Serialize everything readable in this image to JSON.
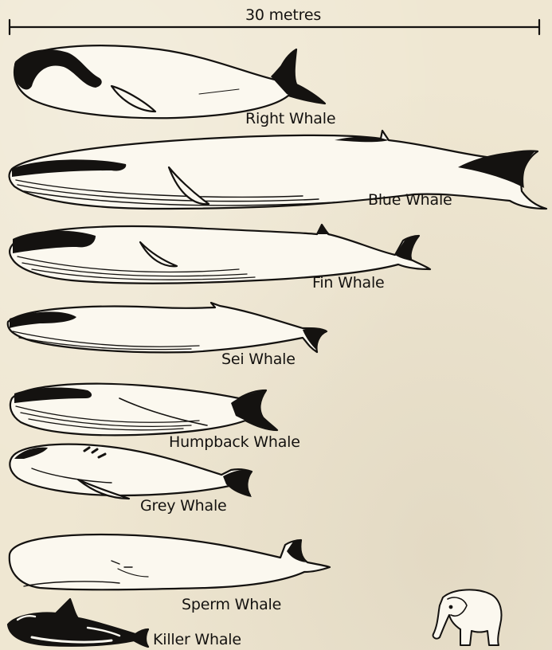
{
  "scale": {
    "label": "30 metres"
  },
  "whales": [
    {
      "id": "right",
      "label": "Right Whale"
    },
    {
      "id": "blue",
      "label": "Blue Whale"
    },
    {
      "id": "fin",
      "label": "Fin Whale"
    },
    {
      "id": "sei",
      "label": "Sei Whale"
    },
    {
      "id": "humpback",
      "label": "Humpback Whale"
    },
    {
      "id": "grey",
      "label": "Grey Whale"
    },
    {
      "id": "sperm",
      "label": "Sperm Whale"
    },
    {
      "id": "killer",
      "label": "Killer Whale"
    }
  ],
  "colors": {
    "ink": "#141210",
    "paper": "#efe7d2"
  },
  "icons": {
    "comparison": "elephant-icon"
  }
}
